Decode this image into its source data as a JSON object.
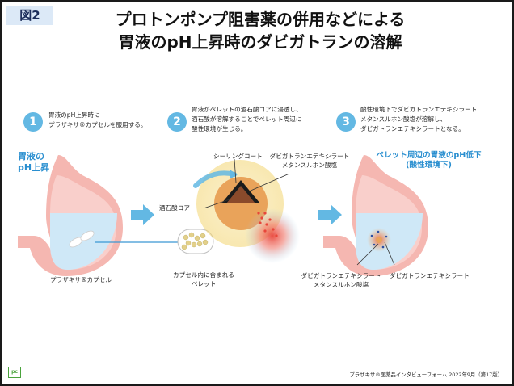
{
  "figure_label": "図2",
  "title_line1": "プロトンポンプ阻害薬の併用などによる",
  "title_line2": "胃液のpH上昇時のダビガトランの溶解",
  "steps": [
    {
      "num": "1",
      "text": "胃液のpH上昇時に\nプラザキサ®カプセルを服用する。"
    },
    {
      "num": "2",
      "text": "胃液がペレットの酒石酸コアに浸透し、\n酒石酸が溶解することでペレット周辺に\n酸性環境が生じる。"
    },
    {
      "num": "3",
      "text": "酸性環境下でダビガトランエテキシラート\nメタンスルホン酸塩が溶解し、\nダビガトランエテキシラートとなる。"
    }
  ],
  "stomach_label": "胃液の\npH上昇",
  "capsule_label": "プラザキサ®カプセル",
  "pellet_label": "カプセル内に含まれる\nペレット",
  "sealing_coat_label": "シーリングコート",
  "dabigatran_mesylate_label": "ダビガトランエテキシラート\nメタンスルホン酸塩",
  "tartaric_core_label": "酒石酸コア",
  "acidic_label": "ペレット周辺の胃液のpH低下\n(酸性環境下)",
  "bottom_mesylate_label": "ダビガトランエテキシラート\nメタンスルホン酸塩",
  "bottom_dabigatran_label": "ダビガトランエテキシラート",
  "footer": "プラザキサ®医薬品インタビューフォーム 2022年9月（第17版）",
  "logo_text": "pc",
  "colors": {
    "accent_blue": "#63b8e3",
    "stomach_pink": "#f5b7b1",
    "gastric_fluid": "#cfe8f7",
    "coat_yellow": "#f6d87a",
    "core_brown": "#8a4a2b",
    "acid_red": "#e8463a"
  },
  "icons": [
    "arrow-right-icon",
    "stomach-icon",
    "capsule-icon",
    "pellet-icon"
  ]
}
